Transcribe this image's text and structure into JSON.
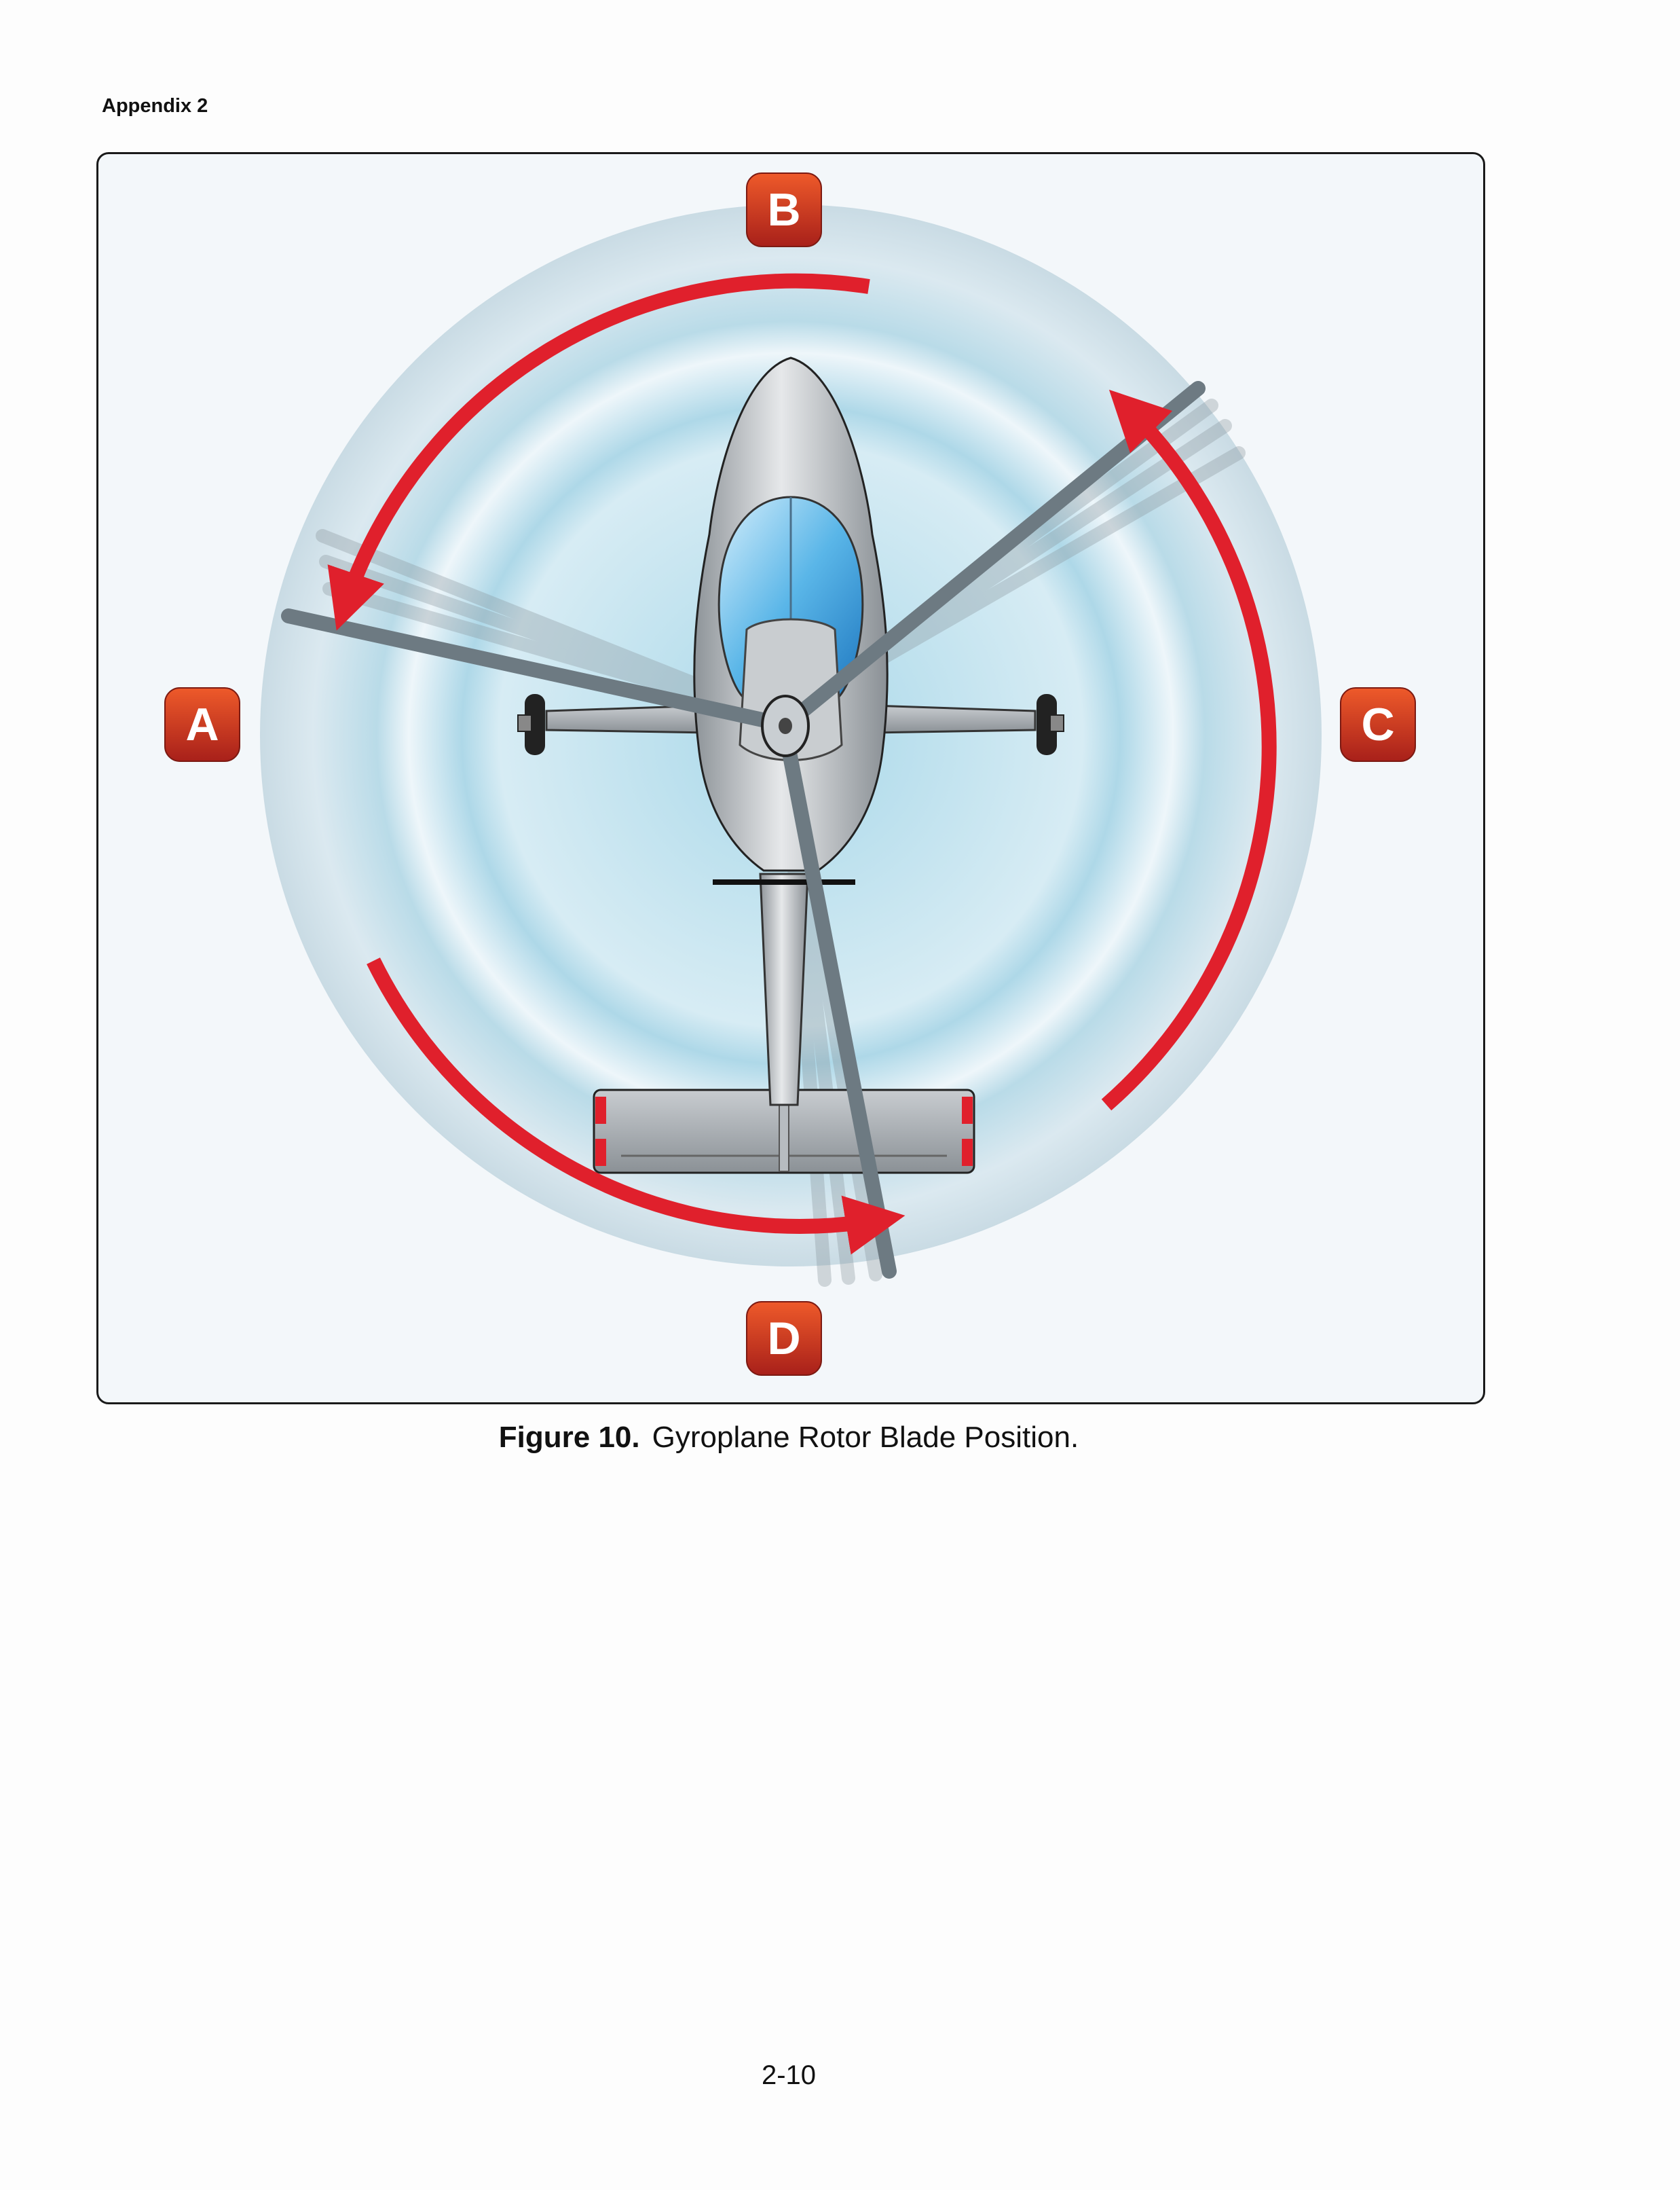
{
  "header": {
    "text": "Appendix 2"
  },
  "figure": {
    "labels": {
      "a": "A",
      "b": "B",
      "c": "C",
      "d": "D"
    },
    "colors": {
      "arrow": "#e0202c",
      "badge": "#c8381c",
      "blade": "#7f8b93",
      "disc": "#b8dbe9"
    }
  },
  "caption": {
    "number": "Figure 10.",
    "text": "Gyroplane Rotor Blade Position."
  },
  "footer": {
    "page_number": "2-10"
  }
}
